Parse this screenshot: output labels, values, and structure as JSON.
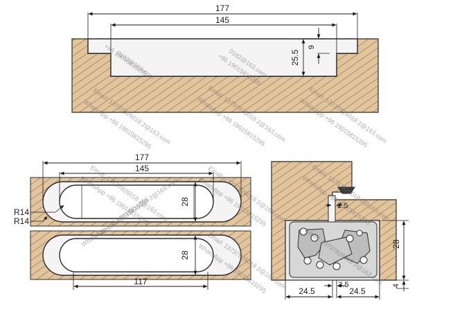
{
  "colors": {
    "wood": "#e2c49d",
    "hatch": "#8a6a45",
    "outline": "#2b2b2b",
    "metal": "#f4f4f4",
    "hinge_body": "#d7d7d7",
    "hinge_part": "#bdbdbd"
  },
  "top_section": {
    "dim_outer": "177",
    "dim_inner": "145",
    "dim_depth": "25.5",
    "dim_flange": "9"
  },
  "plan_view": {
    "dim_outer": "177",
    "dim_inner": "145",
    "dim_height": "28",
    "radius_outer": "R14",
    "radius_inner": "R14"
  },
  "plan_view_lower": {
    "dim_height": "28",
    "dim_pin": "117"
  },
  "side_section": {
    "dim_gap": "2.5",
    "dim_height": "28",
    "dim_offset": "3.5",
    "dim_left": "24.5",
    "dim_right": "24.5",
    "dim_bottom": "4"
  },
  "watermarks": {
    "email": "Email: 13737826018 2@163.com",
    "whatsapp": "WhatsApp +86 19015815295",
    "email_short": "0182@163.com",
    "whatsapp_short": "+86 19015815295"
  }
}
